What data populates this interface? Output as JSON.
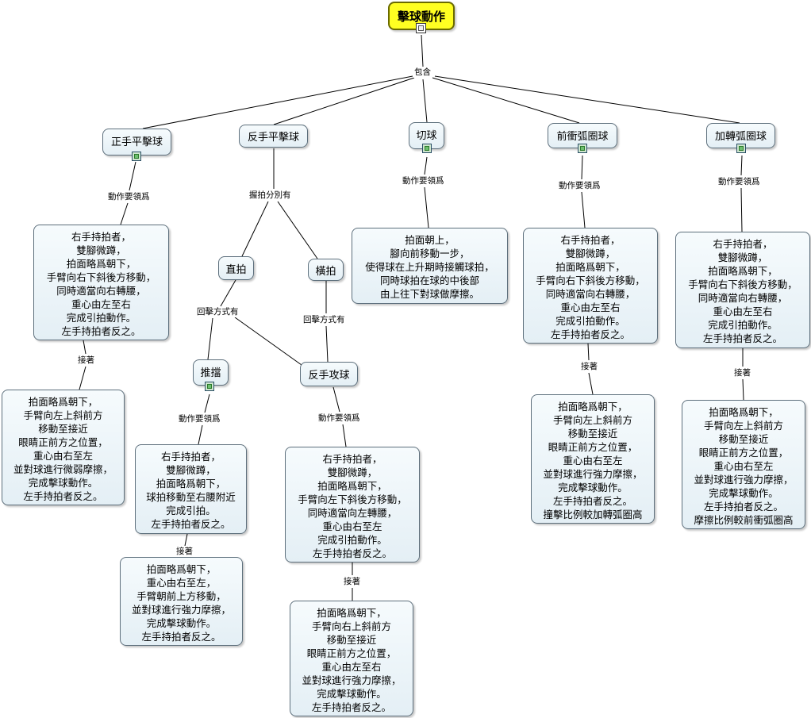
{
  "root": {
    "label": "擊球動作"
  },
  "root_link": "包含",
  "concepts": {
    "forehand": "正手平擊球",
    "backhand": "反手平擊球",
    "chop": "切球",
    "loop": "前衝弧圈球",
    "spin_loop": "加轉弧圈球",
    "penhold": "直拍",
    "shakehand": "橫拍",
    "push": "推擋",
    "backhand_attack": "反手攻球"
  },
  "link_labels": {
    "forehand_essentials": "動作要領爲",
    "backhand_grip": "握拍分別有",
    "chop_essentials": "動作要領爲",
    "loop_essentials": "動作要領爲",
    "spin_loop_essentials": "動作要領爲",
    "forehand_then": "接著",
    "penhold_returns": "回擊方式有",
    "shakehand_returns": "回擊方式有",
    "loop_then": "接著",
    "spin_loop_then": "接著",
    "push_essentials": "動作要領爲",
    "attack_essentials": "動作要領爲",
    "push_then": "接著",
    "attack_then": "接著"
  },
  "texts": {
    "forehand_prep": [
      "右手持拍者，",
      "雙腳微蹲，",
      "拍面略爲朝下，",
      "手臂向右下斜後方移動，",
      "同時適當向右轉腰，",
      "重心由左至右",
      "完成引拍動作。",
      "左手持拍者反之。"
    ],
    "forehand_hit": [
      "拍面略爲朝下，",
      "手臂向左上斜前方",
      "移動至接近",
      "眼睛正前方之位置，",
      "重心由右至左",
      "並對球進行微弱摩擦，",
      "完成擊球動作。",
      "左手持拍者反之。"
    ],
    "chop": [
      "拍面朝上，",
      "腳向前移動一步，",
      "使得球在上升期時接觸球拍，",
      "同時球拍在球的中後部",
      "由上往下對球做摩擦。"
    ],
    "loop_prep": [
      "右手持拍者，",
      "雙腳微蹲，",
      "拍面略爲朝下，",
      "手臂向右下斜後方移動，",
      "同時適當向右轉腰，",
      "重心由左至右",
      "完成引拍動作。",
      "左手持拍者反之。"
    ],
    "loop_hit": [
      "拍面略爲朝下，",
      "手臂向左上斜前方",
      "移動至接近",
      "眼睛正前方之位置，",
      "重心由右至左",
      "並對球進行強力摩擦，",
      "完成擊球動作。",
      "左手持拍者反之。",
      "撞擊比例較加轉弧圈高"
    ],
    "spin_prep": [
      "右手持拍者，",
      "雙腳微蹲，",
      "拍面略爲朝下，",
      "手臂向右下斜後方移動，",
      "同時適當向右轉腰，",
      "重心由左至右",
      "完成引拍動作。",
      "左手持拍者反之。"
    ],
    "spin_hit": [
      "拍面略爲朝下，",
      "手臂向左上斜前方",
      "移動至接近",
      "眼睛正前方之位置，",
      "重心由右至左",
      "並對球進行強力摩擦，",
      "完成擊球動作。",
      "左手持拍者反之。",
      "摩擦比例較前衝弧圈高"
    ],
    "push_prep": [
      "右手持拍者，",
      "雙腳微蹲，",
      "拍面略爲朝下，",
      "球拍移動至右腰附近",
      "完成引拍。",
      "左手持拍者反之。"
    ],
    "push_hit": [
      "拍面略爲朝下，",
      "重心由右至左，",
      "手臂朝前上方移動，",
      "並對球進行強力摩擦，",
      "完成擊球動作。",
      "左手持拍者反之。"
    ],
    "attack_prep": [
      "右手持拍者，",
      "雙腳微蹲，",
      "拍面略爲朝下，",
      "手臂向左下斜後方移動，",
      "同時適當向左轉腰，",
      "重心由右至左",
      "完成引拍動作。",
      "左手持拍者反之。"
    ],
    "attack_hit": [
      "拍面略爲朝下，",
      "手臂向右上斜前方",
      "移動至接近",
      "眼睛正前方之位置，",
      "重心由左至右",
      "並對球進行強力摩擦，",
      "完成擊球動作。",
      "左手持拍者反之。"
    ]
  },
  "icons": {
    "root": "document-icon",
    "resource": "video-resource-icon"
  },
  "colors": {
    "root_fill": "#ffff22",
    "node_fill": "#e4eff5",
    "node_border": "#5d6f7c",
    "line": "#000000"
  }
}
